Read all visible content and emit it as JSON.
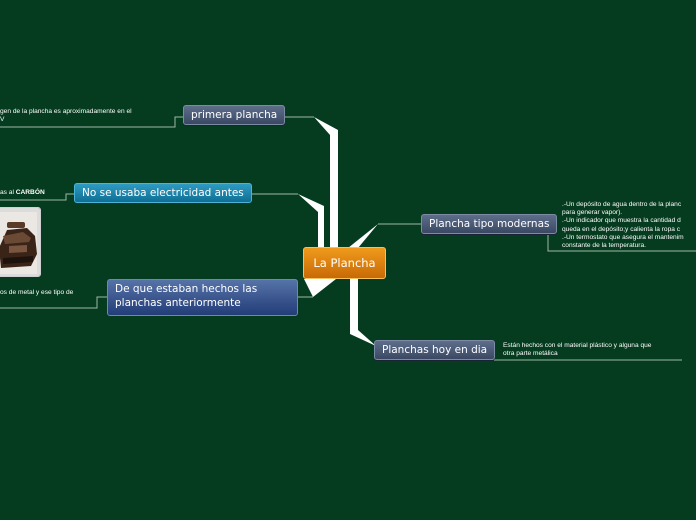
{
  "center": {
    "label": "La Plancha"
  },
  "nodes": {
    "primera": {
      "label": "primera plancha"
    },
    "electricidad": {
      "label": "No se usaba electricidad antes"
    },
    "hechos": {
      "label": "De que estaban hechos las planchas anteriormente"
    },
    "modernas": {
      "label": "Plancha tipo modernas"
    },
    "hoy": {
      "label": "Planchas hoy en dia"
    }
  },
  "notes": {
    "primera": {
      "line1": "gen de la plancha es aproximadamente en el",
      "line2": "V"
    },
    "electricidad": {
      "prefix": "as al ",
      "bold": "CARBÓN"
    },
    "hechos": {
      "text": "os de metal y ese tipo de"
    },
    "modernas": {
      "lines": [
        ".-Un depósito de agua dentro de la planc",
        "para generar vapor).",
        ".-Un indicador que muestra la cantidad d",
        "queda en el depósito;y calienta la ropa c",
        ".-Un termostato que asegura el mantenim",
        "constante de la temperatura."
      ]
    },
    "hoy": {
      "lines": [
        "Están hechos con el material plástico y alguna que",
        "otra parte metálica"
      ]
    }
  },
  "colors": {
    "background": "#053b1e",
    "center": "#e0800f",
    "slate_node": "#4a5a78",
    "teal_node": "#1b82aa",
    "blue_node": "#2f4d8c",
    "connector": "#ffffff",
    "thin_line": "#9fb8a8"
  },
  "image": {
    "icon": "old-iron-image"
  }
}
